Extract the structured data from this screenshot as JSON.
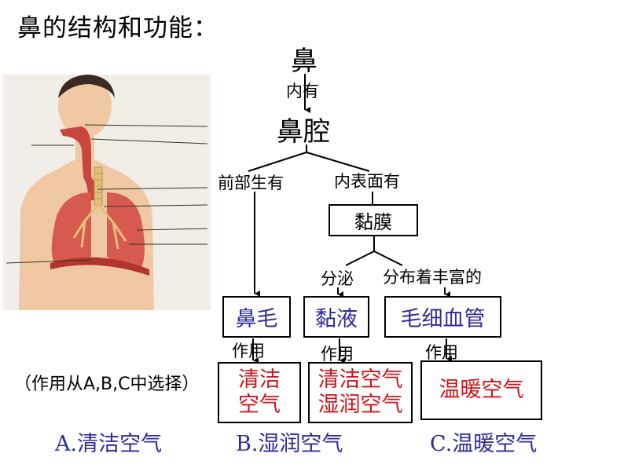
{
  "title": "鼻的结构和功能：",
  "diagram": {
    "nose": "鼻",
    "contains": "内有",
    "nasal_cavity": "鼻腔",
    "front_has": "前部生有",
    "inner_surface_has": "内表面有",
    "mucosa": "黏膜",
    "secretes": "分泌",
    "richly_distributed": "分布着丰富的",
    "nose_hair": "鼻毛",
    "mucus": "黏液",
    "capillaries": "毛细血管",
    "function_label": "作用"
  },
  "results": {
    "r1_line1": "清洁",
    "r1_line2": "空气",
    "r2_line1": "清洁空气",
    "r2_line2": "湿润空气",
    "r3": "温暖空气"
  },
  "note": "（作用从A,B,C中选择）",
  "options": {
    "a": "A.清洁空气",
    "b": "B.湿润空气",
    "c": "C.温暖空气"
  },
  "colors": {
    "blue_text": "#2b2d9c",
    "red_text": "#d0151b"
  }
}
